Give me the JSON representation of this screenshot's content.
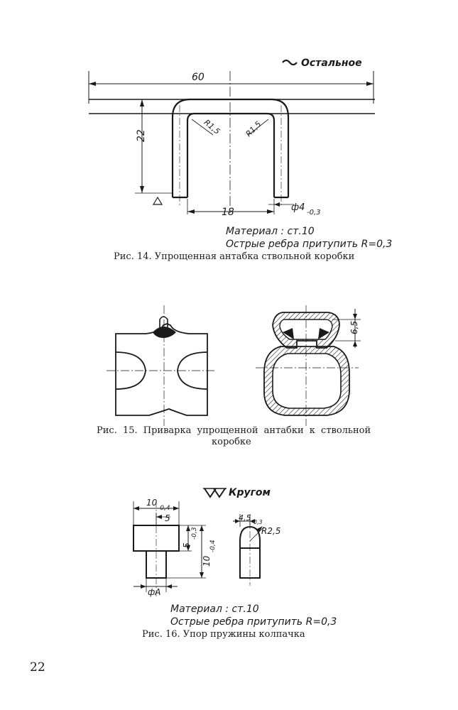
{
  "fig14": {
    "surface_note": "Остальное",
    "dim_60": "60",
    "dim_22": "22",
    "dim_18": "18",
    "radius_left": "R1,5",
    "radius_right": "R1,5",
    "diameter": "ф4",
    "diameter_tol": "-0,3",
    "material": "Материал : ст.10",
    "edges": "Острые ребра притупить R=0,3",
    "caption": "Рис. 14. Упрощенная антабка ствольной коробки"
  },
  "fig15": {
    "dim_65": "6,5",
    "caption_line1": "Рис. 15. Приварка упрощенной антабки к ствольной",
    "caption_line2": "коробке"
  },
  "fig16": {
    "surface_note": "Кругом",
    "dim_10": "10",
    "dim_10_tol": "-0,4",
    "dim_5": "5",
    "dim_5v": "5",
    "dim_5v_tol": "-0,3",
    "dim_10v": "10",
    "dim_10v_tol": "-0,4",
    "dim_phiA": "фА",
    "dim_45": "4,5",
    "dim_45_tol": "-0,3",
    "radius": "R2,5",
    "material": "Материал : ст.10",
    "edges": "Острые ребра притупить R=0,3",
    "caption": "Рис. 16. Упор пружины колпачка"
  },
  "page_number": "22"
}
